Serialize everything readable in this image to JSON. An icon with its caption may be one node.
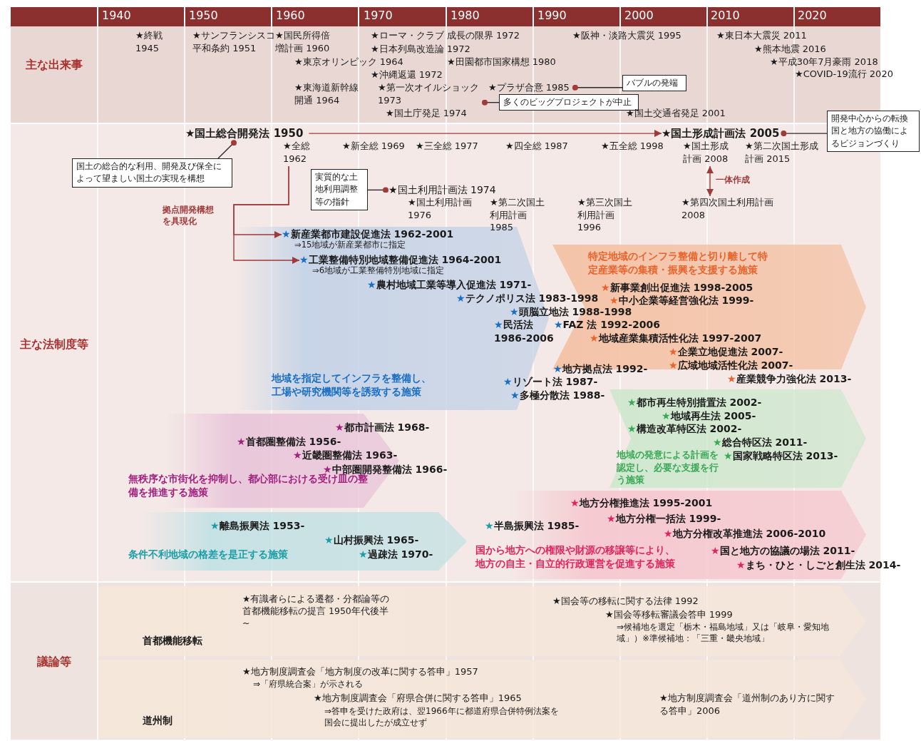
{
  "diagram": {
    "nodes": [
      {
        "text": [
          "主な出来事"
        ]
      },
      {
        "text": [
          "★第一次オイルショック 1973"
        ],
        "in": 0
      },
      {
        "text": [
          "多くのビッグプロジェクトが中止"
        ],
        "in": 0
      },
      {
        "text": [
          "★プラザ合意 1985"
        ],
        "in": 0
      },
      {
        "text": [
          "バブルの発端"
        ],
        "in": 0
      },
      {
        "text": [
          "主な法制度等"
        ]
      },
      {
        "text": [
          "★国土総合開発法 1950"
        ],
        "in": 5
      },
      {
        "text": [
          "国土の総合的な利用、開発及び保全によって望ましい国土の実現を構想"
        ],
        "in": 5
      },
      {
        "text": [
          "★国土形成計画法 2005"
        ],
        "in": 5
      },
      {
        "text": [
          "開発中心からの転換国と地方の協働によるビジョンづくり"
        ]
      },
      {
        "text": [
          "★全総 1962"
        ],
        "in": 5
      },
      {
        "text": [
          "実質的な土地利用調整等の指針"
        ],
        "in": 5
      },
      {
        "text": [
          "★国土利用計画法 1974"
        ],
        "in": 5
      },
      {
        "text": [
          "★国土形成計画 2008"
        ],
        "in": 5
      },
      {
        "text": [
          "★第四次国土利用計画 2008"
        ],
        "in": 5
      },
      {
        "text": [
          "地域を指定してインフラを整備し、工場や研究機関等を誘致する施策"
        ],
        "in": 5
      },
      {
        "text": [
          "★新産業都市建設促進法 1962-2001"
        ],
        "in": 15,
        "beside": [
          "⇒15地域が新産業都市に指定"
        ]
      },
      {
        "text": [
          "★工業整備特別地域整備促進法 1964-2001"
        ],
        "in": 15,
        "beside": [
          "⇒6地域が工業整備特別地域に指定"
        ]
      },
      {
        "text": [
          "特定地域のインフラ整備と切り離して特定産業等の集積・振興を支援する施策"
        ],
        "in": 5
      },
      {
        "text": [
          "地域の発意による計画を認定し、必要な支援を行う施策"
        ],
        "in": 5
      },
      {
        "text": [
          "無秩序な市街化を抑制し、都心部における受け皿の整備を推進する施策"
        ],
        "in": 5
      },
      {
        "text": [
          "条件不利地域の格差を是正する施策"
        ],
        "in": 5
      },
      {
        "text": [
          "国から地方への権限や財源の移譲等により、地方の自主・自立的行政運営を促進する施策"
        ],
        "in": 5
      },
      {
        "text": [
          "議論等"
        ]
      },
      {
        "text": [
          "首都機能移転"
        ],
        "in": 23
      },
      {
        "text": [
          "道州制"
        ],
        "in": 23
      }
    ],
    "edges": [
      {
        "from": 1,
        "to": 2,
        "arrow": "other"
      },
      {
        "from": 3,
        "to": 4,
        "arrow": "other"
      },
      {
        "from": 6,
        "to": 7,
        "arrow": "other"
      },
      {
        "from": 6,
        "to": 8,
        "arrow": "to",
        "color": "#9e3a3a"
      },
      {
        "from": 8,
        "to": 9,
        "arrow": "other"
      },
      {
        "from": 12,
        "to": 11,
        "arrow": "other"
      },
      {
        "from": 10,
        "to": 16,
        "arrow": "to",
        "color": "#9e3a3a",
        "label": "拠点開発構想を具現化"
      },
      {
        "from": 10,
        "to": 17,
        "arrow": "to",
        "color": "#9e3a3a"
      },
      {
        "from": 13,
        "to": 14,
        "arrow": "both",
        "color": "#9e3a3a",
        "label": "一体作成"
      }
    ],
    "labels": [
      "1940",
      "1950",
      "1960",
      "1970",
      "1980",
      "1990",
      "2000",
      "2010",
      "2020",
      "★終戦 1945",
      "★サンフランシスコ平和条約 1951",
      "★国民所得倍増計画 1960",
      "★ローマ・クラブ 成長の限界 1972",
      "★日本列島改造論 1972",
      "★東京オリンピック 1964",
      "★田園都市国家構想 1980",
      "★沖縄返還 1972",
      "★東海道新幹線開通 1964",
      "★国土庁発足 1974",
      "★阪神・淡路大震災 1995",
      "★国土交通省発足 2001",
      "★東日本大震災 2011",
      "★熊本地震 2016",
      "★平成30年7月豪雨 2018",
      "★COVID-19流行 2020",
      "★新全総 1969",
      "★三全総 1977",
      "★四全総 1987",
      "★五全総 1998",
      "★第二次国土形成計画 2015",
      "★国土利用計画 1976",
      "★第二次国土利用計画 1985",
      "★第三次国土利用計画 1996",
      "★農村地域工業等導入促進法 1971-",
      "★テクノポリス法 1983-1998",
      "★頭脳立地法 1988-1998",
      "★民活法 1986-2006",
      "★FAZ 法 1992-2006",
      "★地方拠点法 1992-",
      "★リゾート法 1987-",
      "★多極分散法 1988-",
      "★新事業創出促進法 1998-2005",
      "★中小企業等経営強化法 1999-",
      "★地域産業集積活性化法 1997-2007",
      "★企業立地促進法 2007-",
      "★広域地域活性化法 2007-",
      "★産業競争力強化法 2013-",
      "★都市再生特別措置法 2002-",
      "★地域再生法 2005-",
      "★構造改革特区法 2002-",
      "★総合特区法 2011-",
      "★国家戦略特区法 2013-",
      "★都市計画法 1968-",
      "★首都圏整備法 1956-",
      "★近畿圏整備法 1963-",
      "★中部圏開発整備法 1966-",
      "★離島振興法 1953-",
      "★山村振興法 1965-",
      "★過疎法 1970-",
      "★半島振興法 1985-",
      "★地方分権推進法 1995-2001",
      "★地方分権一括法 1999-",
      "★地方分権改革推進法 2006-2010",
      "★国と地方の協議の場法 2011-",
      "★まち・ひと・しごと創生法 2014-",
      "★有識者らによる遷都・分都論等の首都機能移転の提言 1950年代後半~",
      "★国会等の移転に関する法律 1992",
      "★国会等移転審議会答申 1999",
      "⇒候補地を選定「栃木・福島地域」又は「岐阜・愛知地域」）※準候補地：「三重・畿央地域」",
      "★地方制度調査会「地方制度の改革に関する答申」1957",
      "⇒「府県統合案」が示される",
      "★地方制度調査会「府県合併に関する答申」1965",
      "⇒答申を受けた政府は、翌1966年に都道府県合併特例法案を国会に提出したが成立せず",
      "★地方制度調査会「道州制のあり方に関する答申」2006"
    ]
  }
}
